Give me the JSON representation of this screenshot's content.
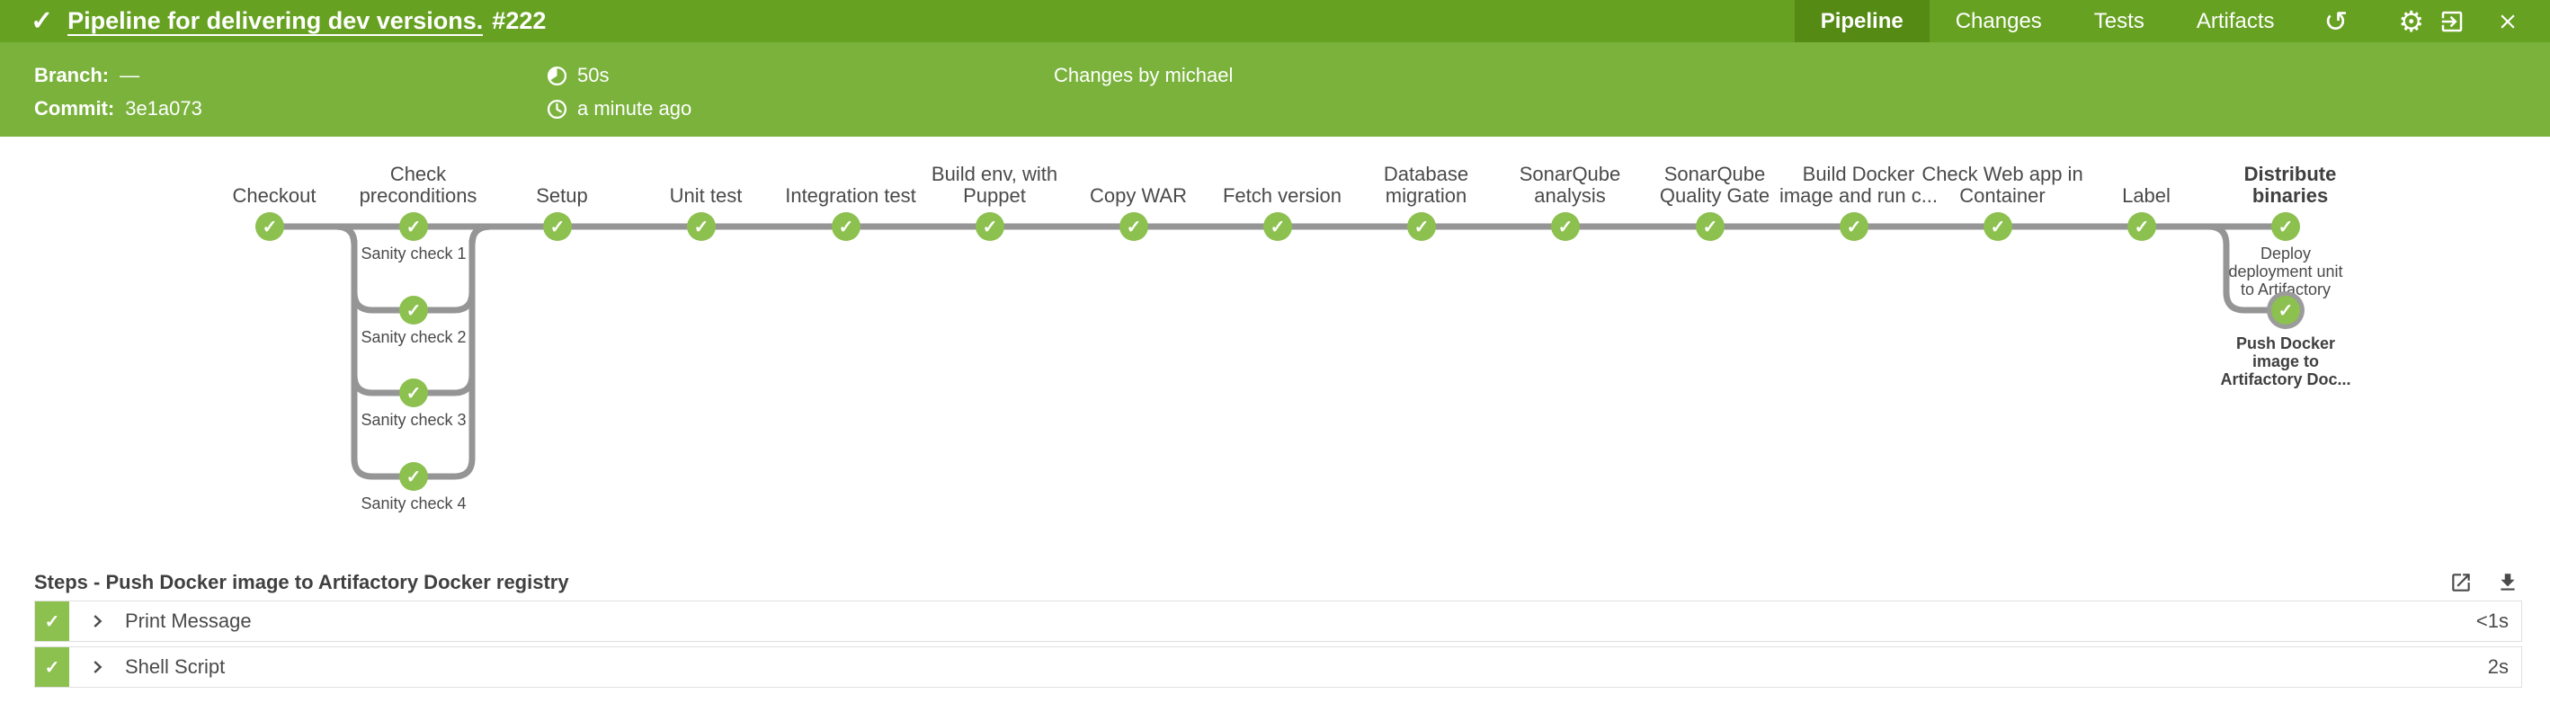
{
  "header": {
    "title": "Pipeline for delivering dev versions.",
    "run_number": "#222",
    "tabs": [
      {
        "label": "Pipeline",
        "active": true
      },
      {
        "label": "Changes",
        "active": false
      },
      {
        "label": "Tests",
        "active": false
      },
      {
        "label": "Artifacts",
        "active": false
      }
    ]
  },
  "info_bar": {
    "branch_label": "Branch:",
    "branch_value": "—",
    "commit_label": "Commit:",
    "commit_value": "3e1a073",
    "duration": "50s",
    "time_ago": "a minute ago",
    "changes": "Changes by michael"
  },
  "pipeline": {
    "stages": [
      {
        "label_lines": [
          "Checkout"
        ],
        "selected": false
      },
      {
        "label_lines": [
          "Check",
          "preconditions"
        ],
        "selected": false,
        "branches": [
          {
            "lines": [
              "Sanity check 1"
            ],
            "selected": false
          },
          {
            "lines": [
              "Sanity check 2"
            ],
            "selected": false
          },
          {
            "lines": [
              "Sanity check 3"
            ],
            "selected": false
          },
          {
            "lines": [
              "Sanity check 4"
            ],
            "selected": false
          }
        ]
      },
      {
        "label_lines": [
          "Setup"
        ],
        "selected": false
      },
      {
        "label_lines": [
          "Unit test"
        ],
        "selected": false
      },
      {
        "label_lines": [
          "Integration test"
        ],
        "selected": false
      },
      {
        "label_lines": [
          "Build env, with",
          "Puppet"
        ],
        "selected": false
      },
      {
        "label_lines": [
          "Copy WAR"
        ],
        "selected": false
      },
      {
        "label_lines": [
          "Fetch version"
        ],
        "selected": false
      },
      {
        "label_lines": [
          "Database",
          "migration"
        ],
        "selected": false
      },
      {
        "label_lines": [
          "SonarQube",
          "analysis"
        ],
        "selected": false
      },
      {
        "label_lines": [
          "SonarQube",
          "Quality Gate"
        ],
        "selected": false
      },
      {
        "label_lines": [
          "Build Docker",
          "image and run c..."
        ],
        "selected": false
      },
      {
        "label_lines": [
          "Check Web app in",
          "Container"
        ],
        "selected": false
      },
      {
        "label_lines": [
          "Label"
        ],
        "selected": false
      },
      {
        "label_lines": [
          "Distribute",
          "binaries"
        ],
        "selected": true,
        "branches": [
          {
            "lines": [
              "Deploy",
              "deployment unit",
              "to Artifactory"
            ],
            "selected": false
          },
          {
            "lines": [
              "Push Docker",
              "image to",
              "Artifactory Doc..."
            ],
            "selected": true
          }
        ]
      }
    ]
  },
  "steps": {
    "header": "Steps - Push Docker image to Artifactory Docker registry",
    "rows": [
      {
        "name": "Print Message",
        "duration": "<1s"
      },
      {
        "name": "Shell Script",
        "duration": "2s"
      }
    ]
  },
  "icons": {
    "check_glyph": "✓",
    "rerun_glyph": "↺",
    "gear_glyph": "⚙"
  },
  "colors": {
    "topbar_green": "#66a121",
    "active_tab_green": "#558a14",
    "infobar_green": "#7ab23c",
    "node_success_green": "#8cc04f",
    "edge_gray": "#959595",
    "text_gray": "#4a4a4a"
  }
}
